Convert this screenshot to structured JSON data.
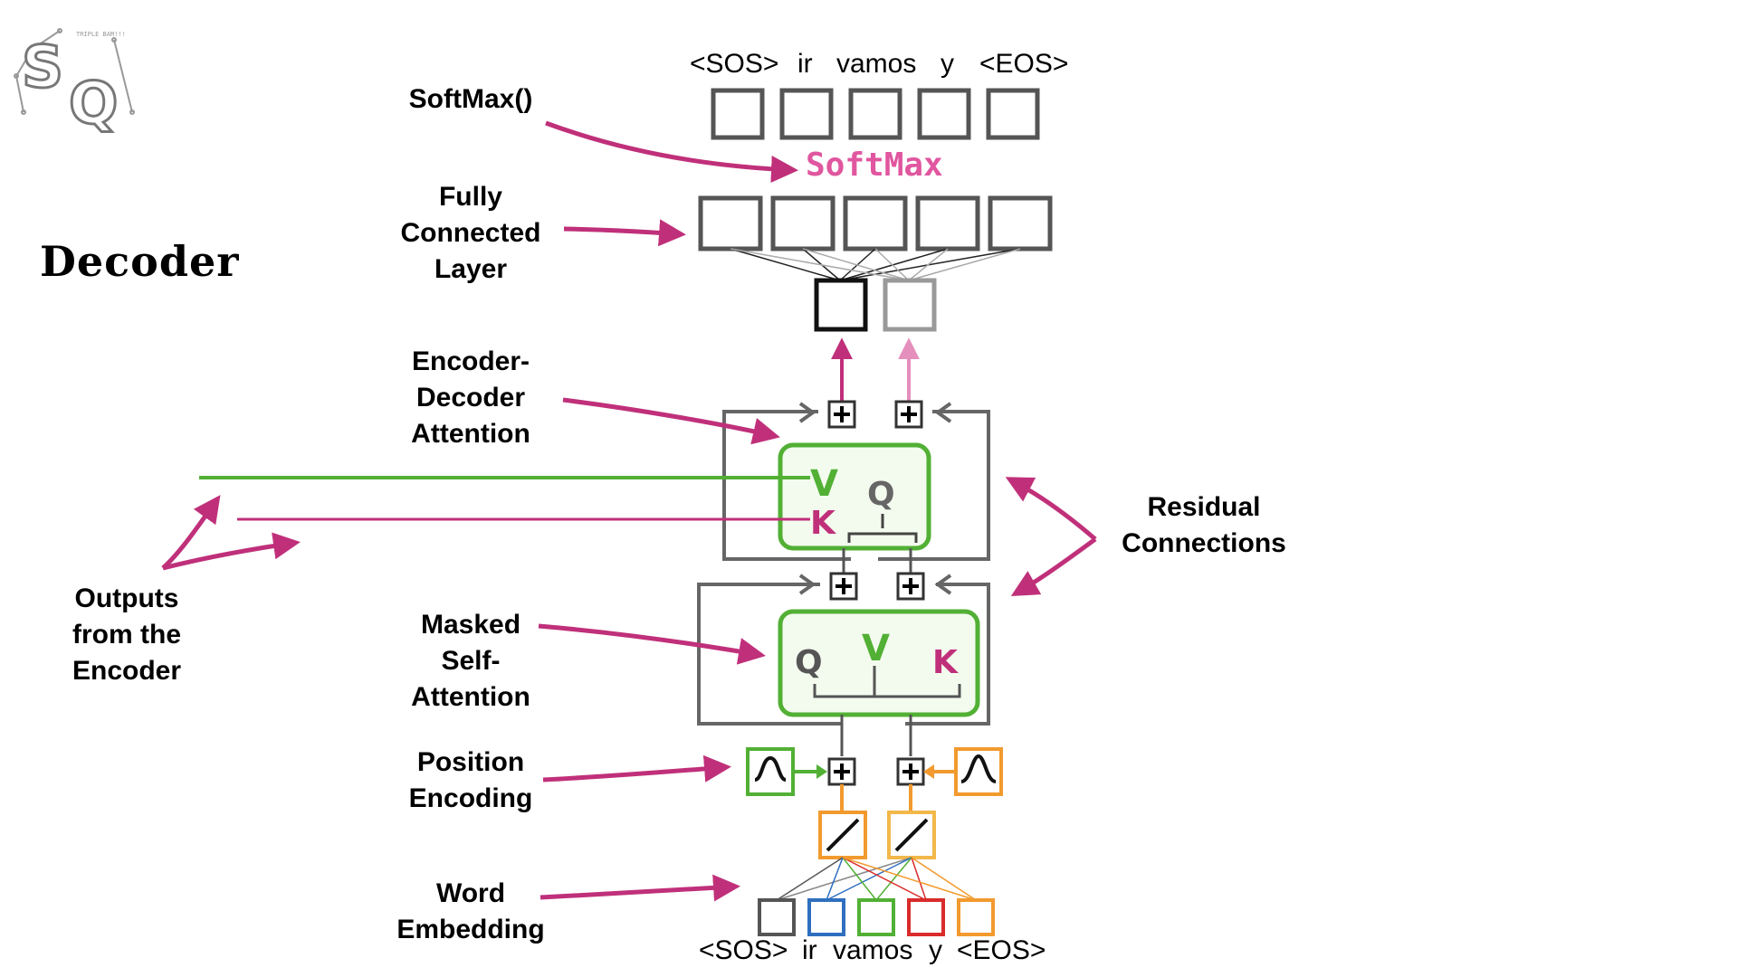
{
  "logo": {
    "mark": "SQ",
    "tagline": "TRIPLE BAM!!!"
  },
  "title": "Decoder",
  "labels": {
    "softmax_fn": "SoftMax()",
    "fully_connected": [
      "Fully",
      "Connected",
      "Layer"
    ],
    "enc_dec_attention": [
      "Encoder-",
      "Decoder",
      "Attention"
    ],
    "residual": [
      "Residual",
      "Connections"
    ],
    "outputs_encoder": [
      "Outputs",
      "from the",
      "Encoder"
    ],
    "masked_self_attention": [
      "Masked",
      "Self-",
      "Attention"
    ],
    "position_encoding": [
      "Position",
      "Encoding"
    ],
    "word_embedding": [
      "Word",
      "Embedding"
    ]
  },
  "softmax_text": "SoftMax",
  "output_tokens": [
    "<SOS>",
    "ir",
    "vamos",
    "y",
    "<EOS>"
  ],
  "input_tokens": [
    "<SOS>",
    "ir",
    "vamos",
    "y",
    "<EOS>"
  ],
  "attention_letters": {
    "v": "V",
    "k": "K",
    "q": "Q"
  },
  "plus": "+",
  "colors": {
    "magenta": "#c0307a",
    "pink": "#e0569f",
    "green": "#52b035",
    "orange": "#f29a2e",
    "gray": "#666666",
    "light_gray": "#999999",
    "blue": "#2f6fbf",
    "red": "#d92b2b"
  },
  "icons": [
    "plus-box-icon",
    "sine-wave-icon",
    "bell-curve-icon",
    "linear-activation-icon",
    "arrow-icon"
  ]
}
